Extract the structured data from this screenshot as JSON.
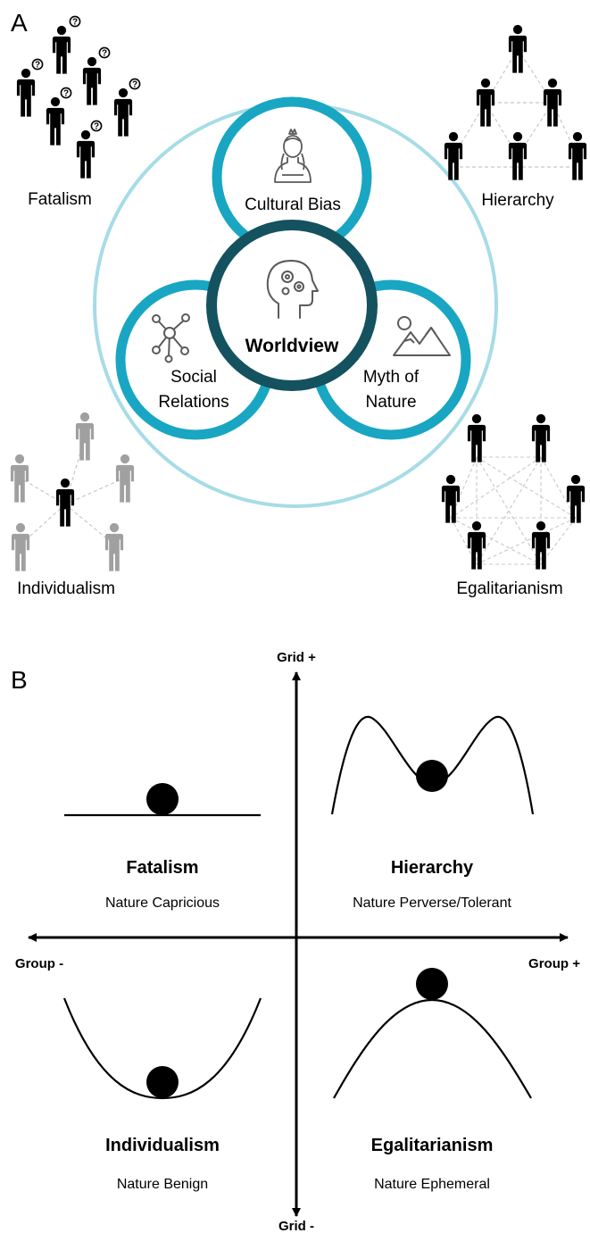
{
  "panel_a": {
    "label": "A",
    "center": "Worldview",
    "circles": {
      "top": "Cultural Bias",
      "left_line1": "Social",
      "left_line2": "Relations",
      "right_line1": "Myth of",
      "right_line2": "Nature"
    },
    "groups": {
      "top_left": "Fatalism",
      "top_right": "Hierarchy",
      "bottom_left": "Individualism",
      "bottom_right": "Egalitarianism"
    }
  },
  "panel_b": {
    "label": "B",
    "axes": {
      "grid_plus": "Grid +",
      "grid_minus": "Grid -",
      "group_minus": "Group -",
      "group_plus": "Group +"
    },
    "quadrants": {
      "top_left": {
        "title": "Fatalism",
        "subtitle": "Nature Capricious"
      },
      "top_right": {
        "title": "Hierarchy",
        "subtitle": "Nature Perverse/Tolerant"
      },
      "bottom_left": {
        "title": "Individualism",
        "subtitle": "Nature Benign"
      },
      "bottom_right": {
        "title": "Egalitarianism",
        "subtitle": "Nature Ephemeral"
      }
    }
  },
  "colors": {
    "outer_ring": "#a6dce6",
    "circle_ring": "#19a6c2",
    "center_ring": "#14525f",
    "icon_gray": "#5a5a5a",
    "person_black": "#000000",
    "person_gray": "#a0a0a0",
    "link_gray": "#c8c8c8"
  },
  "icons": [
    "person-icon",
    "question-bubble-icon",
    "head-gears-icon",
    "woman-bust-icon",
    "network-icon",
    "mountain-sun-icon"
  ]
}
